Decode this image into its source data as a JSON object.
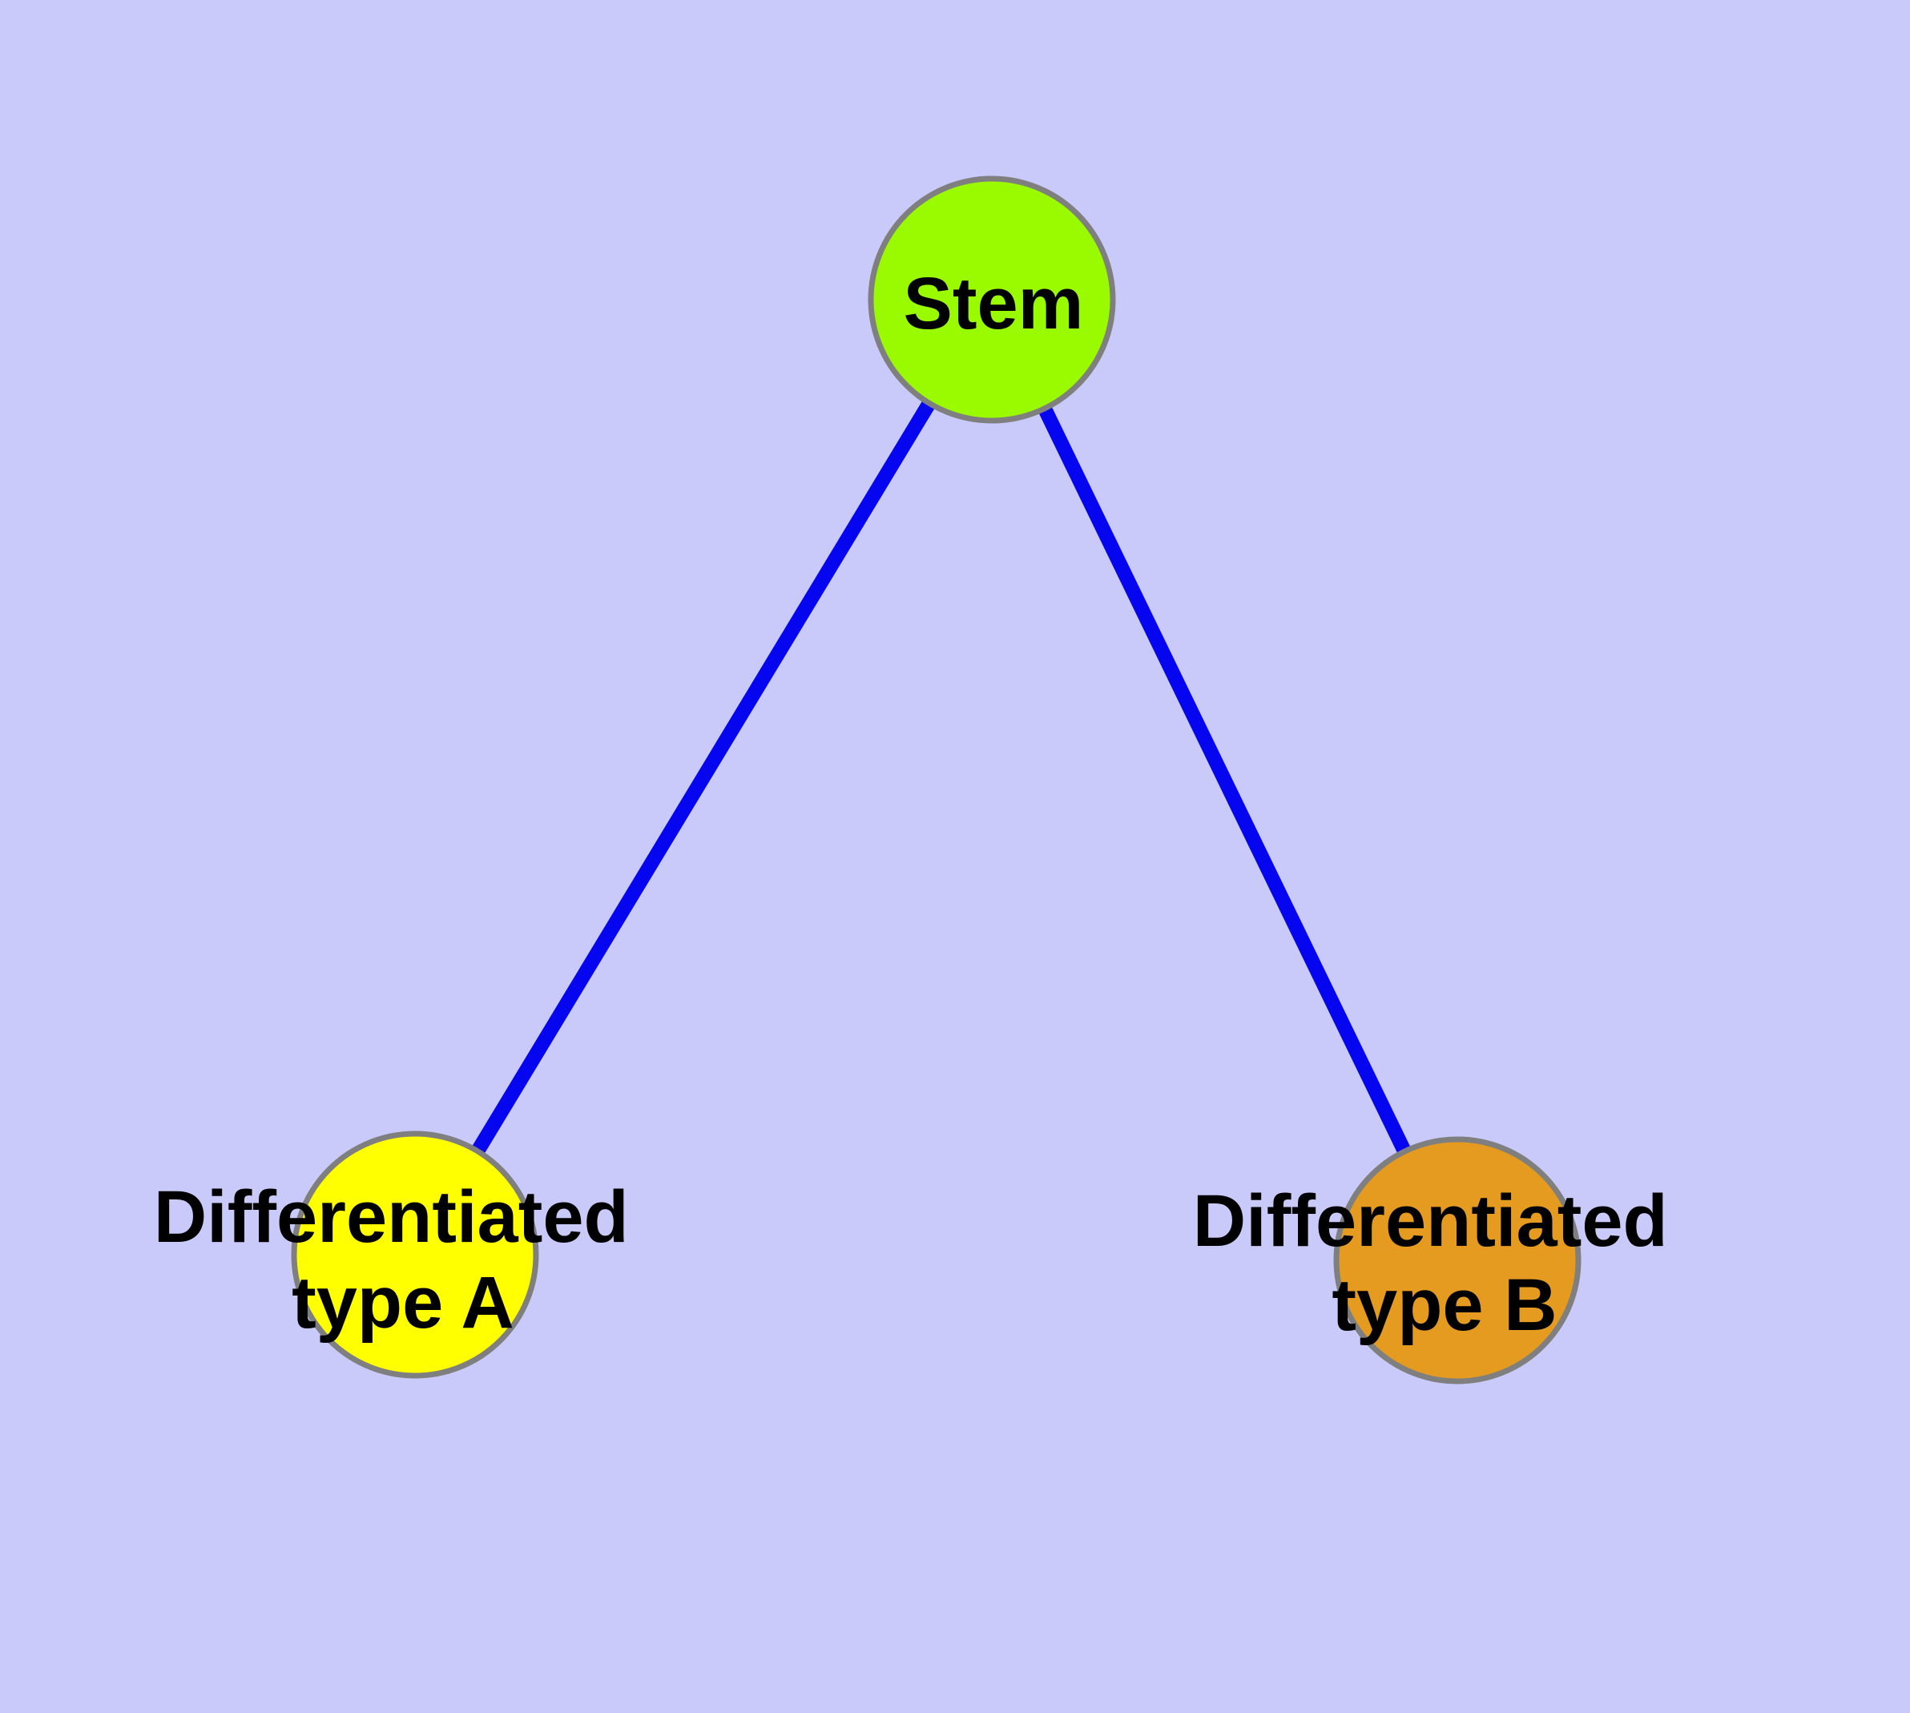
{
  "diagram": {
    "background_color": "#CACAFA",
    "edge_color": "#0505F0",
    "node_border_color": "#7F7F7F",
    "label_color": "#000000",
    "nodes": {
      "stem": {
        "label": "Stem",
        "color": "#9AFA00"
      },
      "type_a": {
        "label": "Differentiated type A",
        "line1": "Differentiated",
        "line2": "type A",
        "color": "#FFFF00"
      },
      "type_b": {
        "label": "Differentiated type B",
        "line1": "Differentiated",
        "line2": "type B",
        "color": "#E49B20"
      }
    },
    "edges": [
      {
        "from": "Stem",
        "to": "Differentiated type A"
      },
      {
        "from": "Stem",
        "to": "Differentiated type B"
      }
    ]
  }
}
